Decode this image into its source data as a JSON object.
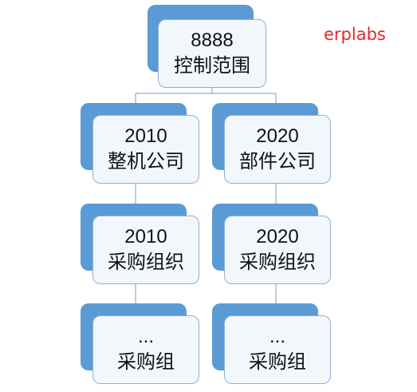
{
  "watermark": "erplabs",
  "nodes": {
    "root": {
      "code": "8888",
      "name": "控制范围"
    },
    "company_2010": {
      "code": "2010",
      "name": "整机公司"
    },
    "company_2020": {
      "code": "2020",
      "name": "部件公司"
    },
    "porg_2010": {
      "code": "2010",
      "name": "采购组织"
    },
    "porg_2020": {
      "code": "2020",
      "name": "采购组织"
    },
    "pgroup_left": {
      "code": "...",
      "name": "采购组"
    },
    "pgroup_right": {
      "code": "...",
      "name": "采购组"
    }
  },
  "colors": {
    "shadow": "#5b9bd5",
    "box_fill": "#f2f7fc",
    "box_border": "#8faed2",
    "connector": "#8faed2",
    "watermark": "#e8262a"
  }
}
